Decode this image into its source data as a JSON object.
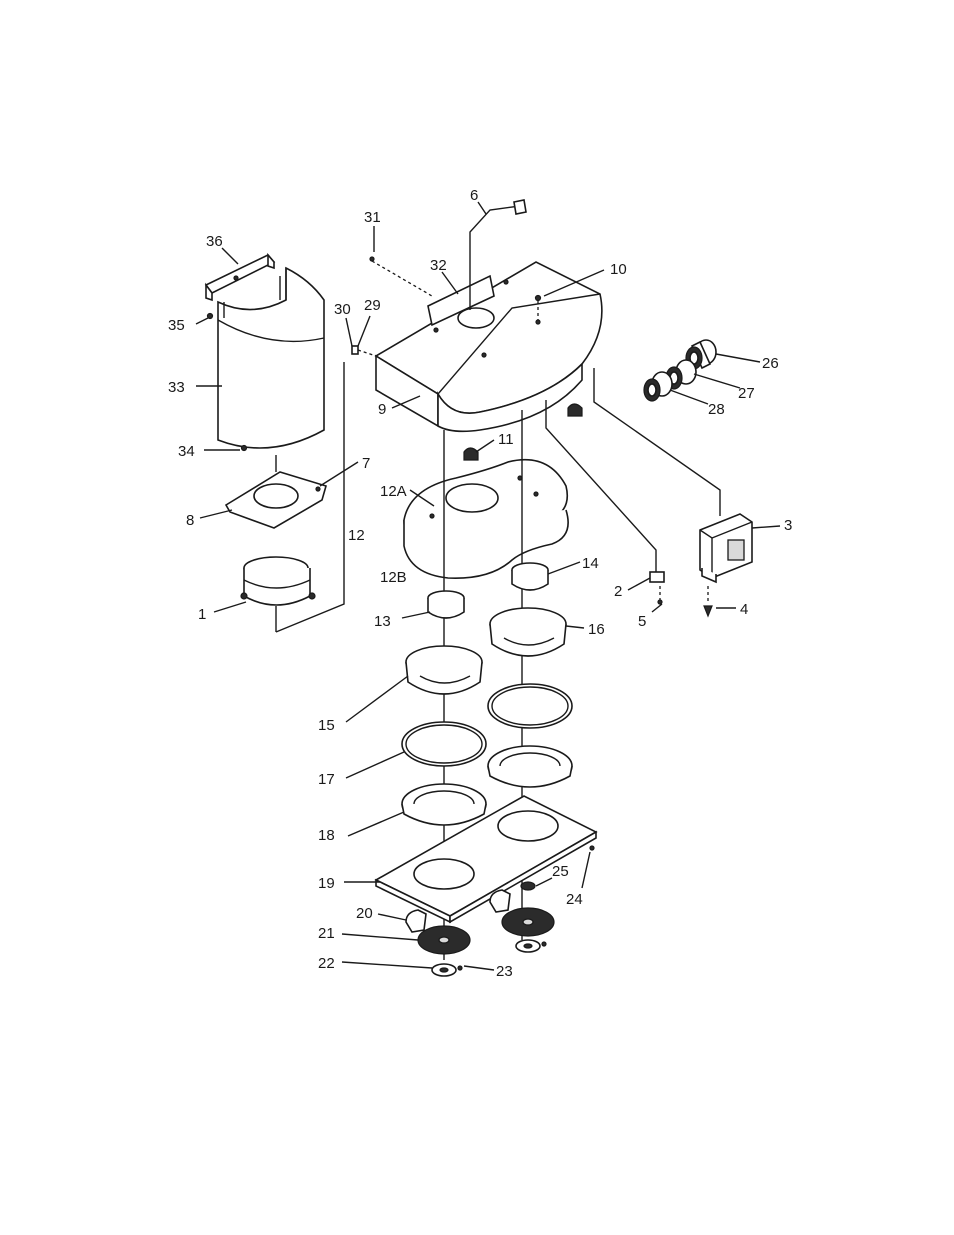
{
  "labels": {
    "l1": "1",
    "l2": "2",
    "l3": "3",
    "l4": "4",
    "l5": "5",
    "l6": "6",
    "l7": "7",
    "l8": "8",
    "l9": "9",
    "l10": "10",
    "l11": "11",
    "l12": "12",
    "l12a": "12A",
    "l12b": "12B",
    "l13": "13",
    "l14": "14",
    "l15": "15",
    "l16": "16",
    "l17": "17",
    "l18": "18",
    "l19": "19",
    "l20": "20",
    "l21": "21",
    "l22": "22",
    "l23": "23",
    "l24": "24",
    "l25": "25",
    "l26": "26",
    "l27": "27",
    "l28": "28",
    "l29": "29",
    "l30": "30",
    "l31": "31",
    "l32": "32",
    "l33": "33",
    "l34": "34",
    "l35": "35",
    "l36": "36"
  }
}
